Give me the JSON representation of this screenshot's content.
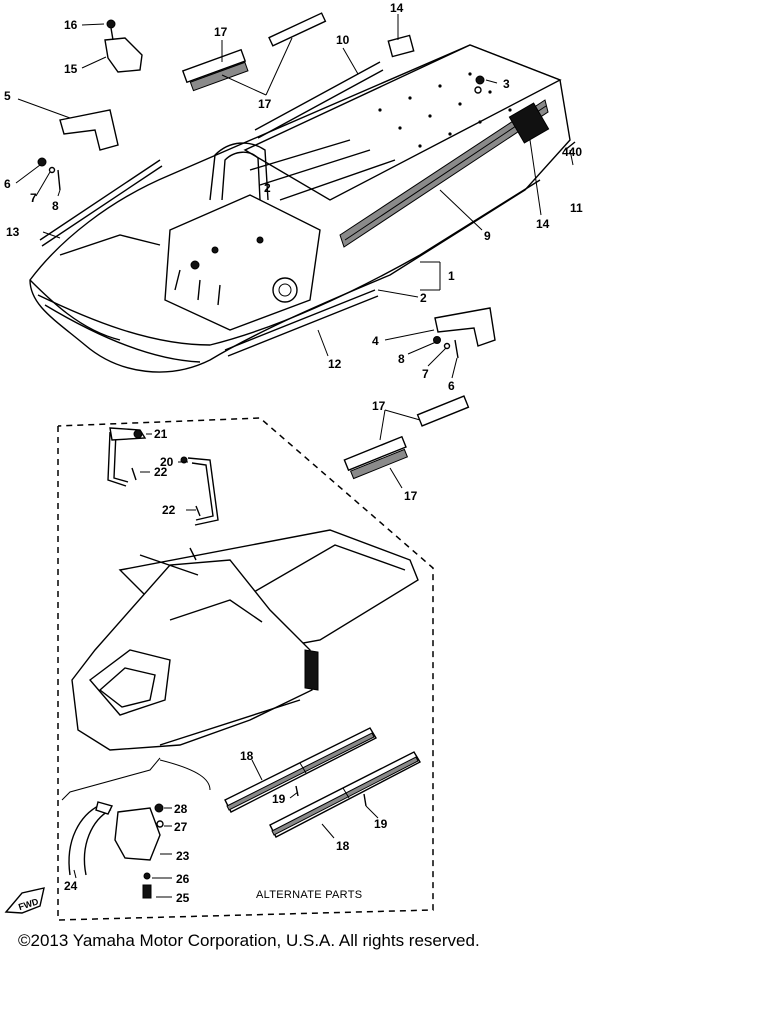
{
  "diagram": {
    "callouts": [
      {
        "id": "c16",
        "label": "16"
      },
      {
        "id": "c17a",
        "label": "17"
      },
      {
        "id": "c10",
        "label": "10"
      },
      {
        "id": "c14a",
        "label": "14"
      },
      {
        "id": "c15",
        "label": "15"
      },
      {
        "id": "c17b",
        "label": "17"
      },
      {
        "id": "c3",
        "label": "3"
      },
      {
        "id": "c5",
        "label": "5"
      },
      {
        "id": "c440",
        "label": "440"
      },
      {
        "id": "c6a",
        "label": "6"
      },
      {
        "id": "c7a",
        "label": "7"
      },
      {
        "id": "c8a",
        "label": "8"
      },
      {
        "id": "c2a",
        "label": "2"
      },
      {
        "id": "c11",
        "label": "11"
      },
      {
        "id": "c13",
        "label": "13"
      },
      {
        "id": "c9",
        "label": "9"
      },
      {
        "id": "c14b",
        "label": "14"
      },
      {
        "id": "c1",
        "label": "1"
      },
      {
        "id": "c2b",
        "label": "2"
      },
      {
        "id": "c4",
        "label": "4"
      },
      {
        "id": "c8b",
        "label": "8"
      },
      {
        "id": "c7b",
        "label": "7"
      },
      {
        "id": "c6b",
        "label": "6"
      },
      {
        "id": "c12",
        "label": "12"
      },
      {
        "id": "c17c",
        "label": "17"
      },
      {
        "id": "c17d",
        "label": "17"
      },
      {
        "id": "c21",
        "label": "21"
      },
      {
        "id": "c20",
        "label": "20"
      },
      {
        "id": "c22a",
        "label": "22"
      },
      {
        "id": "c22b",
        "label": "22"
      },
      {
        "id": "c18a",
        "label": "18"
      },
      {
        "id": "c19a",
        "label": "19"
      },
      {
        "id": "c19b",
        "label": "19"
      },
      {
        "id": "c18b",
        "label": "18"
      },
      {
        "id": "c28",
        "label": "28"
      },
      {
        "id": "c27",
        "label": "27"
      },
      {
        "id": "c23",
        "label": "23"
      },
      {
        "id": "c24",
        "label": "24"
      },
      {
        "id": "c26",
        "label": "26"
      },
      {
        "id": "c25",
        "label": "25"
      }
    ],
    "alternate_parts_label": "ALTERNATE PARTS",
    "forward_label": "FWD"
  },
  "footer": {
    "copyright": "©2013 Yamaha Motor Corporation, U.S.A. All rights reserved."
  }
}
